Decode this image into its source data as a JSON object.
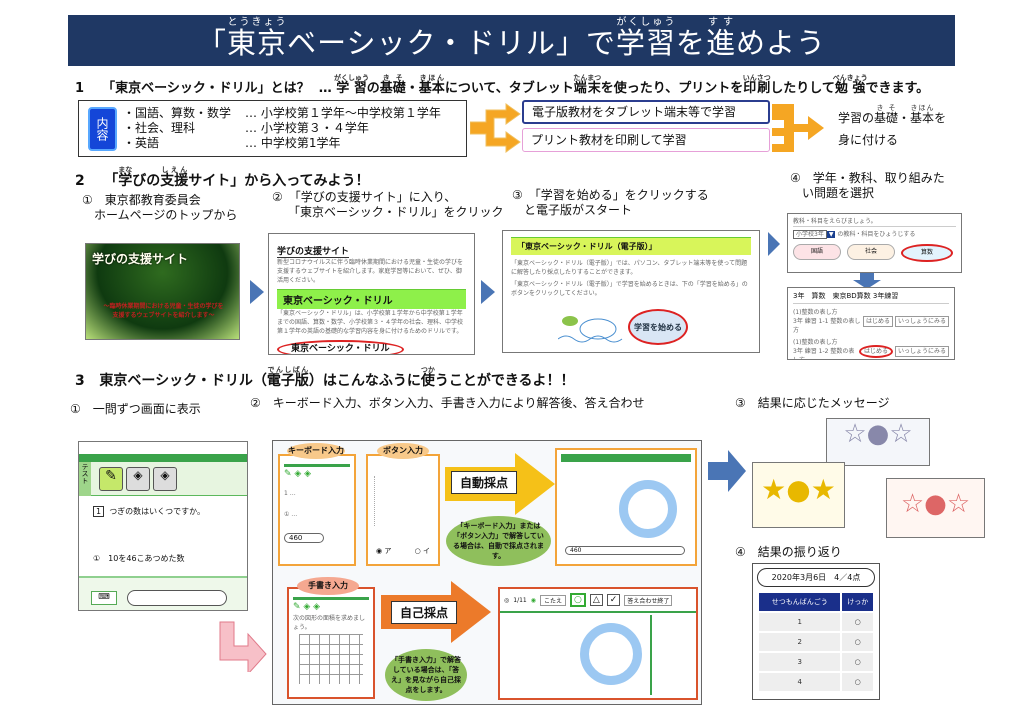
{
  "title": {
    "pre": "「",
    "w1": "東京",
    "w1_ruby": "とうきょう",
    "mid": "ベーシック・ドリル」で",
    "w2": "学習",
    "w2_ruby": "がくしゅう",
    "mid2": "を",
    "w3": "進",
    "w3_ruby": "すす",
    "post": "めよう"
  },
  "section1": {
    "number": "1",
    "heading": "「東京ベーシック・ドリル」とは？",
    "desc_a": "… ",
    "desc_w1": "学習",
    "desc_w1_ruby": "がくしゅう",
    "desc_b": "の",
    "desc_w2": "基礎",
    "desc_w2_ruby": "きそ",
    "desc_c": "・",
    "desc_w3": "基本",
    "desc_w3_ruby": "きほん",
    "desc_d": "について、タブレット",
    "desc_w4": "端末",
    "desc_w4_ruby": "たんまつ",
    "desc_e": "を使ったり、プリントを",
    "desc_w5": "印刷",
    "desc_w5_ruby": "いんさつ",
    "desc_f": "したりして",
    "desc_w6": "勉強",
    "desc_w6_ruby": "べんきょう",
    "desc_g": "できます。",
    "badge": "内容",
    "contents": [
      {
        "subject": "・国語、算数・数学",
        "grade": "…  小学校第１学年～中学校第１学年"
      },
      {
        "subject": "・社会、理科",
        "grade": "…  小学校第３・４学年"
      },
      {
        "subject": "・英語",
        "grade": "…  中学校第1学年"
      }
    ],
    "method1": "電子版教材をタブレット端末等で学習",
    "method2": "プリント教材を印刷して学習",
    "result_a": "学習の",
    "result_w1": "基礎",
    "result_w1_ruby": "きそ",
    "result_b": "・",
    "result_w2": "基本",
    "result_w2_ruby": "きほん",
    "result_c": "を",
    "result_line2": "身に付ける"
  },
  "section2": {
    "number": "2",
    "heading_a": "「",
    "heading_w1": "学",
    "heading_w1_ruby": "まな",
    "heading_b": "びの",
    "heading_w2": "支援",
    "heading_w2_ruby": "しえん",
    "heading_c": "サイト」から入ってみよう！",
    "steps": [
      {
        "text1": "①　東京都教育委員会",
        "text2": "ホームページのトップから"
      },
      {
        "text1": "②　「学びの支援サイト」に入り、",
        "text2": "「東京ベーシック・ドリル」をクリック"
      },
      {
        "text1": "③　「学習を始める」をクリックする",
        "text2": "と電子版がスタート"
      },
      {
        "text1": "④　学年・教科、取り組みた",
        "text2": "い問題を選択"
      }
    ],
    "banner_title": "学びの支援サイト",
    "banner_sub1": "～臨時休業期間における児童・生徒の学びを",
    "banner_sub2": "支援するウェブサイトを紹介します～",
    "site_title": "学びの支援サイト",
    "site_intro": "新型コロナウイルスに伴う臨時休業期間における児童・生徒の学びを支援するウェブサイトを紹介します。家庭学習等において、ぜひ、御活用ください。",
    "site_section": "東京ベーシック・ドリル",
    "site_body": "「東京ベーシック・ドリル」は、小学校第１学年から中学校第１学年までの国語、算数・数学、小学校第３・４学年の社会、理科、中学校第１学年の英語の基礎的な学習内容を身に付けるためのドリルです。このサイトには、印刷して学習するプリント教材とパソコンやタブレット端末等を使って学習する電子教材があります。",
    "site_link": "東京ベーシック・ドリル",
    "e_title": "「東京ベーシック・ドリル（電子版）」",
    "e_text1": "「東京ベーシック・ドリル（電子版）」では、パソコン、タブレット端末等を使って問題に解答したり採点したりすることができます。",
    "e_text2": "「東京ベーシック・ドリル（電子版）」で学習を始めるときは、下の「学習を始める」のボタンをクリックしてください。",
    "start_button": "学習を始める",
    "select_prompt": "教科・科目をえらびましょう。",
    "grade_select": "小学校3年",
    "grade_select_hint": "の教科・科目をひょうじする",
    "subjects": [
      "国語",
      "社会",
      "算数"
    ],
    "drill_title": "3年　算数　東京BD算数 3年練習",
    "drill_items": [
      {
        "line1": "(1)整数の表し方",
        "line2": "3年 練習 1-1 整数の表し方",
        "btn1": "はじめる",
        "btn2": "いっしょうにみる"
      },
      {
        "line1": "(1)整数の表し方",
        "line2": "3年 練習 1-2 整数の表し方",
        "btn1": "はじめる",
        "btn2": "いっしょうにみる"
      }
    ]
  },
  "section3": {
    "number": "3",
    "heading_a": "東京ベーシック・ドリル（",
    "heading_w1": "電子版",
    "heading_w1_ruby": "でんしばん",
    "heading_b": "）はこんなふうに",
    "heading_w2": "使",
    "heading_w2_ruby": "つか",
    "heading_c": "うことができるよ！！",
    "steps": [
      "①　一問ずつ画面に表示",
      "②　キーボード入力、ボタン入力、手書き入力により解答後、答え合わせ",
      "③　結果に応じたメッセージ",
      "④　結果の振り返り"
    ],
    "test_tab": "テスト",
    "question_head": "1",
    "question": "つぎの数はいくつですか。",
    "sub_question": "①　10を46こあつめた数",
    "keyboard_label": "キーボード入力",
    "button_label": "ボタン入力",
    "handwriting_label": "手書き入力",
    "auto_grade": "自動採点",
    "self_grade": "自己採点",
    "auto_note": "「キーボード入力」または「ボタン入力」で解答している場合は、自動で採点されます。",
    "self_note": "「手書き入力」で解答している場合は、「答え」を見ながら自己採点をします。",
    "answer_value": "460",
    "radio_a": "ア",
    "radio_b": "イ",
    "hand_question": "次の図形の面積を求めましょう。",
    "page_indicator": "1/11",
    "answer_button": "こたえ",
    "finish_button": "答え合わせ終了",
    "results": {
      "header": "2020年3月6日　4／4点",
      "col1": "せつもんばんごう",
      "col2": "けっか",
      "rows": [
        {
          "n": "1",
          "r": "○"
        },
        {
          "n": "2",
          "r": "○"
        },
        {
          "n": "3",
          "r": "○"
        },
        {
          "n": "4",
          "r": "○"
        }
      ]
    }
  },
  "colors": {
    "navy": "#1f3864",
    "arrow_blue": "#4a75b5",
    "orange": "#f3a43a",
    "green": "#5cb85c",
    "result_header": "#1a2f8a"
  }
}
